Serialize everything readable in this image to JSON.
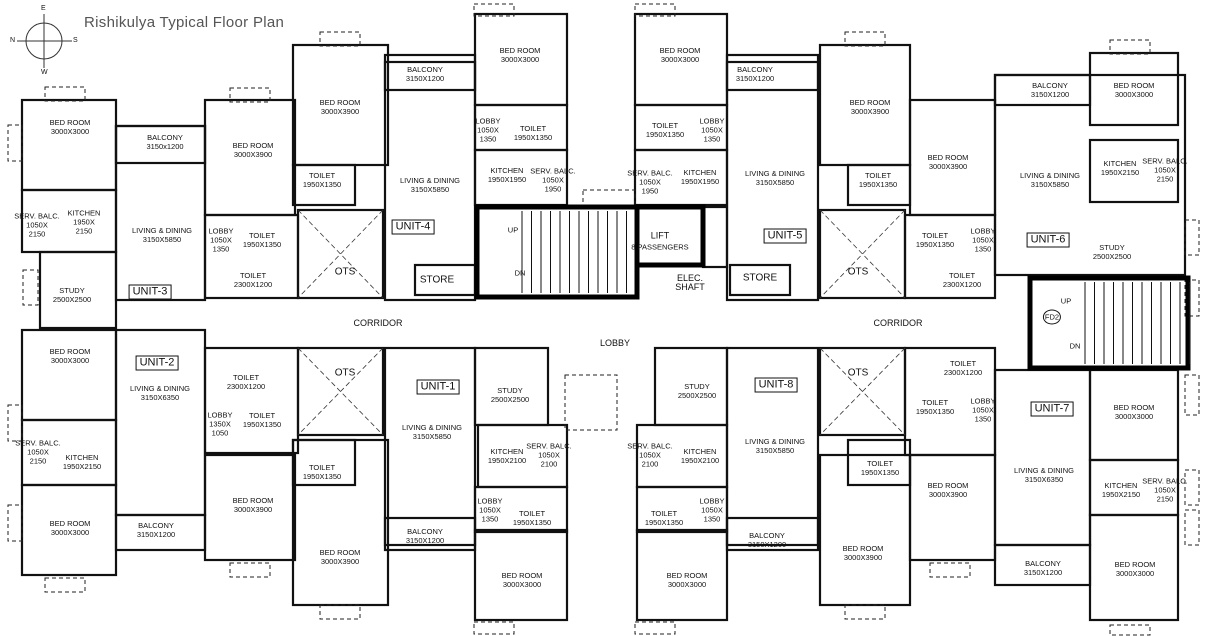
{
  "title": "Rishikulya Typical Floor Plan",
  "compass": {
    "top": "E",
    "left": "N",
    "right": "S",
    "bottom": "W"
  },
  "common": {
    "corridor_left": "CORRIDOR",
    "corridor_right": "CORRIDOR",
    "lobby": "LOBBY",
    "lift": "LIFT",
    "lift_capacity": "8 PASSENGERS",
    "elec_shaft": "ELEC. SHAFT",
    "stair_up_1": "UP",
    "stair_dn_1": "DN",
    "stair_up_2": "UP",
    "stair_dn_2": "DN",
    "fire_door": "FD2"
  },
  "units": [
    "UNIT-3",
    "UNIT-4",
    "UNIT-5",
    "UNIT-6",
    "UNIT-2",
    "UNIT-1",
    "UNIT-8",
    "UNIT-7"
  ],
  "rooms": [
    {
      "name": "BED ROOM",
      "size": "3000X3000"
    },
    {
      "name": "BALCONY",
      "size": "3150x1200"
    },
    {
      "name": "BED ROOM",
      "size": "3000X3900"
    },
    {
      "name": "BED ROOM",
      "size": "3000X3900"
    },
    {
      "name": "TOILET",
      "size": "1950X1350"
    },
    {
      "name": "SERV. BALC.",
      "size": "1050X 2150"
    },
    {
      "name": "KITCHEN",
      "size": "1950X 2150"
    },
    {
      "name": "LIVING & DINING",
      "size": "3150X5850"
    },
    {
      "name": "LOBBY",
      "size": "1050X 1350"
    },
    {
      "name": "TOILET",
      "size": "1950X1350"
    },
    {
      "name": "TOILET",
      "size": "2300X1200"
    },
    {
      "name": "OTS",
      "size": ""
    },
    {
      "name": "STUDY",
      "size": "2500X2500"
    },
    {
      "name": "BALCONY",
      "size": "3150X1200"
    },
    {
      "name": "LIVING & DINING",
      "size": "3150X5850"
    },
    {
      "name": "STORE",
      "size": ""
    },
    {
      "name": "BED ROOM",
      "size": "3000X3000"
    },
    {
      "name": "LOBBY",
      "size": "1050X 1350"
    },
    {
      "name": "TOILET",
      "size": "1950X1350"
    },
    {
      "name": "KITCHEN",
      "size": "1950X1950"
    },
    {
      "name": "SERV. BALC.",
      "size": "1050X 1950"
    },
    {
      "name": "BED ROOM",
      "size": "3000X3000"
    },
    {
      "name": "BALCONY",
      "size": "3150X1200"
    },
    {
      "name": "TOILET",
      "size": "1950X1350"
    },
    {
      "name": "LOBBY",
      "size": "1050X 1350"
    },
    {
      "name": "SERV. BALC.",
      "size": "1050X 1950"
    },
    {
      "name": "KITCHEN",
      "size": "1950X1950"
    },
    {
      "name": "LIVING & DINING",
      "size": "3150X5850"
    },
    {
      "name": "STORE",
      "size": ""
    },
    {
      "name": "BED ROOM",
      "size": "3000X3900"
    },
    {
      "name": "TOILET",
      "size": "1950X1350"
    },
    {
      "name": "OTS",
      "size": ""
    },
    {
      "name": "BED ROOM",
      "size": "3000X3900"
    },
    {
      "name": "TOILET",
      "size": "1950X1350"
    },
    {
      "name": "LOBBY",
      "size": "1050X 1350"
    },
    {
      "name": "TOILET",
      "size": "2300X1200"
    },
    {
      "name": "BALCONY",
      "size": "3150X1200"
    },
    {
      "name": "BED ROOM",
      "size": "3000X3000"
    },
    {
      "name": "LIVING & DINING",
      "size": "3150X5850"
    },
    {
      "name": "KITCHEN",
      "size": "1950X2150"
    },
    {
      "name": "SERV. BALC.",
      "size": "1050X 2150"
    },
    {
      "name": "STUDY",
      "size": "2500X2500"
    },
    {
      "name": "BED ROOM",
      "size": "3000X3000"
    },
    {
      "name": "LIVING & DINING",
      "size": "3150X6350"
    },
    {
      "name": "SERV. BALC.",
      "size": "1050X 2150"
    },
    {
      "name": "KITCHEN",
      "size": "1950X2150"
    },
    {
      "name": "BED ROOM",
      "size": "3000X3000"
    },
    {
      "name": "BALCONY",
      "size": "3150X1200"
    },
    {
      "name": "TOILET",
      "size": "2300X1200"
    },
    {
      "name": "OTS",
      "size": ""
    },
    {
      "name": "LOBBY",
      "size": "1350X 1050"
    },
    {
      "name": "TOILET",
      "size": "1950X1350"
    },
    {
      "name": "TOILET",
      "size": "1950X1350"
    },
    {
      "name": "BED ROOM",
      "size": "3000X3900"
    },
    {
      "name": "BED ROOM",
      "size": "3000X3900"
    },
    {
      "name": "LIVING & DINING",
      "size": "3150X5850"
    },
    {
      "name": "STUDY",
      "size": "2500X2500"
    },
    {
      "name": "KITCHEN",
      "size": "1950X2100"
    },
    {
      "name": "SERV. BALC.",
      "size": "1050X 2100"
    },
    {
      "name": "LOBBY",
      "size": "1050X 1350"
    },
    {
      "name": "TOILET",
      "size": "1950X1350"
    },
    {
      "name": "BALCONY",
      "size": "3150X1200"
    },
    {
      "name": "BED ROOM",
      "size": "3000X3000"
    },
    {
      "name": "STUDY",
      "size": "2500X2500"
    },
    {
      "name": "OTS",
      "size": ""
    },
    {
      "name": "TOILET",
      "size": "2300X1200"
    },
    {
      "name": "SERV. BALC.",
      "size": "1050X 2100"
    },
    {
      "name": "KITCHEN",
      "size": "1950X2100"
    },
    {
      "name": "LIVING & DINING",
      "size": "3150X5850"
    },
    {
      "name": "TOILET",
      "size": "1950X1350"
    },
    {
      "name": "TOILET",
      "size": "1950X1350"
    },
    {
      "name": "LOBBY",
      "size": "1050X 1350"
    },
    {
      "name": "TOILET",
      "size": "1950X1350"
    },
    {
      "name": "LOBBY",
      "size": "1050X 1350"
    },
    {
      "name": "BALCONY",
      "size": "3150X1200"
    },
    {
      "name": "BED ROOM",
      "size": "3000X3900"
    },
    {
      "name": "BED ROOM",
      "size": "3000X3900"
    },
    {
      "name": "BED ROOM",
      "size": "3000X3000"
    },
    {
      "name": "BED ROOM",
      "size": "3000X3000"
    },
    {
      "name": "LIVING & DINING",
      "size": "3150X6350"
    },
    {
      "name": "KITCHEN",
      "size": "1950X2150"
    },
    {
      "name": "SERV. BALC.",
      "size": "1050X 2150"
    },
    {
      "name": "BALCONY",
      "size": "3150X1200"
    },
    {
      "name": "BED ROOM",
      "size": "3000X3000"
    }
  ]
}
